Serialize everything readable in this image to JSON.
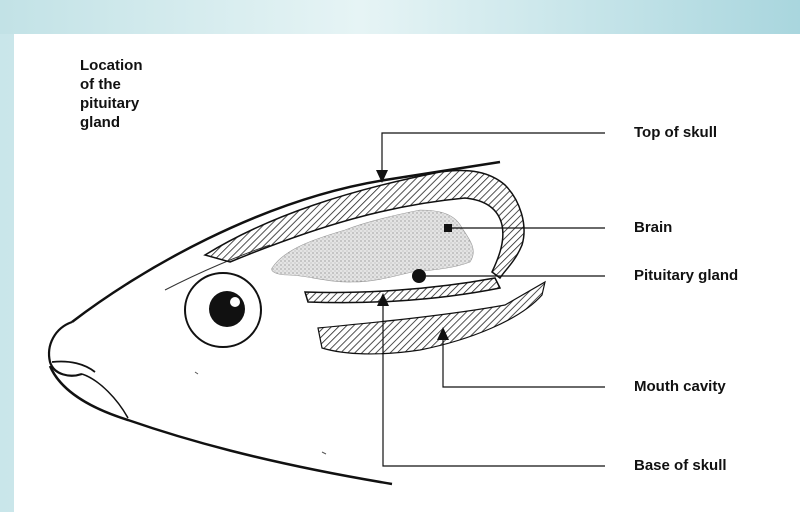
{
  "diagram": {
    "title": "Location\nof the\npituitary\ngland",
    "labels": {
      "top_of_skull": "Top of skull",
      "brain": "Brain",
      "pituitary_gland": "Pituitary gland",
      "mouth_cavity": "Mouth cavity",
      "base_of_skull": "Base of skull"
    }
  }
}
